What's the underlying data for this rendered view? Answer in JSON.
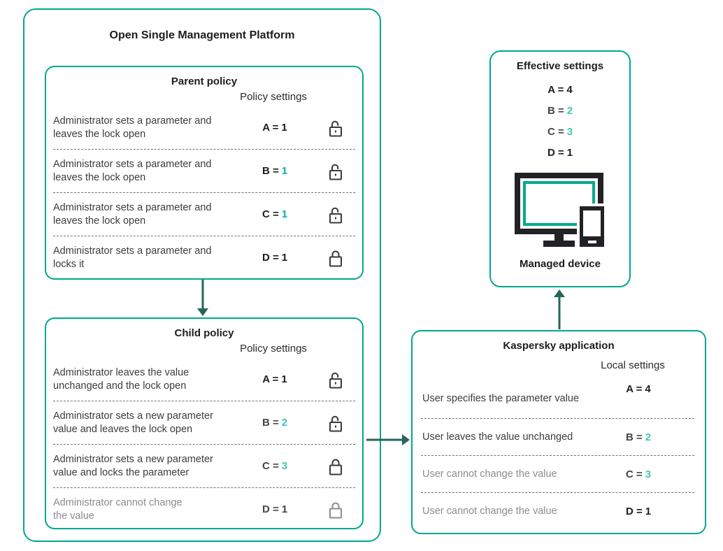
{
  "palette": {
    "box_border": "#00A88E",
    "arrow": "#26665A",
    "teal_strong": "#00B3A4",
    "teal_light": "#41C6B4",
    "text_dark": "#1D1D1F",
    "text_gray": "#45454B",
    "text_muted": "#8C8C91",
    "icon_black": "#222226"
  },
  "osmp": {
    "title": "Open Single Management Platform",
    "parent_policy": {
      "title": "Parent policy",
      "settings_header": "Policy settings",
      "rows": [
        {
          "label": "Administrator sets a parameter and\nleaves the lock open",
          "lhs": "A =",
          "num": "1",
          "lhs_color": "#1D1D1F",
          "num_color": "#1D1D1F",
          "label_color": "#3C3C42",
          "lock": "open",
          "lock_color": "#3A3A3E"
        },
        {
          "label": "Administrator sets a parameter and\nleaves the lock open",
          "lhs": "B =",
          "num": "1",
          "lhs_color": "#1D1D1F",
          "num_color": "#00B3A4",
          "label_color": "#3C3C42",
          "lock": "open",
          "lock_color": "#3A3A3E"
        },
        {
          "label": "Administrator sets a parameter and\nleaves the lock open",
          "lhs": "C =",
          "num": "1",
          "lhs_color": "#1D1D1F",
          "num_color": "#00B3A4",
          "label_color": "#3C3C42",
          "lock": "open",
          "lock_color": "#3A3A3E"
        },
        {
          "label": "Administrator sets a parameter and\nlocks it",
          "lhs": "D =",
          "num": "1",
          "lhs_color": "#1D1D1F",
          "num_color": "#1D1D1F",
          "label_color": "#3C3C42",
          "lock": "closed",
          "lock_color": "#3A3A3E"
        }
      ]
    },
    "child_policy": {
      "title": "Child policy",
      "settings_header": "Policy settings",
      "rows": [
        {
          "label": "Administrator leaves the value\nunchanged  and the lock open",
          "lhs": "A =",
          "num": "1",
          "lhs_color": "#1D1D1F",
          "num_color": "#1D1D1F",
          "label_color": "#3C3C42",
          "lock": "open",
          "lock_color": "#3A3A3E"
        },
        {
          "label": "Administrator sets a new parameter\nvalue and leaves the lock open",
          "lhs": "B =",
          "num": "2",
          "lhs_color": "#45454B",
          "num_color": "#41C6B4",
          "label_color": "#3C3C42",
          "lock": "open",
          "lock_color": "#3A3A3E"
        },
        {
          "label": "Administrator sets a new parameter\n value and locks the parameter",
          "lhs": "C =",
          "num": "3",
          "lhs_color": "#45454B",
          "num_color": "#41C6B4",
          "label_color": "#3C3C42",
          "lock": "closed",
          "lock_color": "#3A3A3E"
        },
        {
          "label": "Administrator cannot change\nthe value",
          "lhs": "D =",
          "num": "1",
          "lhs_color": "#45454B",
          "num_color": "#45454B",
          "label_color": "#8C8C91",
          "lock": "closed",
          "lock_color": "#8C8C91"
        }
      ]
    }
  },
  "kaspersky": {
    "title": "Kaspersky application",
    "settings_header": "Local settings",
    "rows": [
      {
        "label": "User specifies the parameter value",
        "lhs": "A =",
        "num": "4",
        "lhs_color": "#1D1D1F",
        "num_color": "#1D1D1F",
        "label_color": "#3C3C42"
      },
      {
        "label": "User leaves the value unchanged",
        "lhs": "B =",
        "num": "2",
        "lhs_color": "#45454B",
        "num_color": "#41C6B4",
        "label_color": "#3C3C42"
      },
      {
        "label": "User cannot change the value",
        "lhs": "C =",
        "num": "3",
        "lhs_color": "#45454B",
        "num_color": "#41C6B4",
        "label_color": "#8C8C91"
      },
      {
        "label": "User cannot change the value",
        "lhs": "D =",
        "num": "1",
        "lhs_color": "#1D1D1F",
        "num_color": "#1D1D1F",
        "label_color": "#8C8C91"
      }
    ]
  },
  "effective": {
    "title": "Effective settings",
    "values": [
      {
        "lhs": "A =",
        "num": "4",
        "lhs_color": "#1D1D1F",
        "num_color": "#1D1D1F"
      },
      {
        "lhs": "B =",
        "num": "2",
        "lhs_color": "#45454B",
        "num_color": "#41C6B4"
      },
      {
        "lhs": "C =",
        "num": "3",
        "lhs_color": "#45454B",
        "num_color": "#41C6B4"
      },
      {
        "lhs": "D =",
        "num": "1",
        "lhs_color": "#1D1D1F",
        "num_color": "#1D1D1F"
      }
    ],
    "device_caption": "Managed device"
  }
}
